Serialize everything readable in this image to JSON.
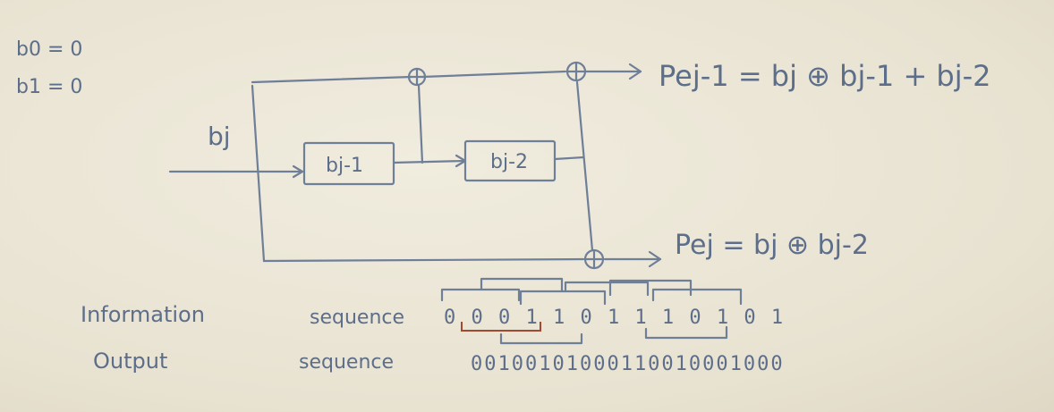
{
  "initial_conditions": [
    "b0 = 0",
    "b1 = 0"
  ],
  "input_label": "bj",
  "registers": [
    "bj-1",
    "bj-2"
  ],
  "outputs": {
    "top": "Pej-1 = bj ⊕ bj-1 + bj-2",
    "bottom": "Pej = bj ⊕ bj-2"
  },
  "information": {
    "label": "Information",
    "sequence_label": "sequence",
    "bits": "0 0 0 1 1 0 1 1 1 0 1 0 1"
  },
  "output": {
    "label": "Output",
    "sequence_label": "sequence",
    "bits": "00100101000110010001000"
  },
  "colors": {
    "ink": "#6f7f98",
    "highlight": "#a14a32",
    "paper": "#ebe6d6"
  }
}
